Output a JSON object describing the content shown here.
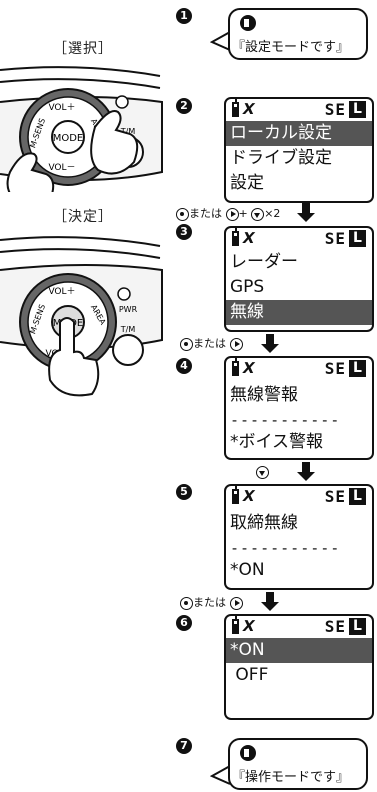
{
  "labels": {
    "select": "［選択］",
    "decide": "［決定］"
  },
  "device": {
    "vol_plus": "VOL＋",
    "vol_minus": "VOL－",
    "mode": "MODE",
    "area": "AREA",
    "sens": "M-SENS",
    "tm": "T/M",
    "pwr": "PWR",
    "vol_plus2": "VOL＋",
    "vol_minus2": "VO",
    "area2": "AREA",
    "sens2": "M-SENS",
    "tm2": "T/M",
    "mode2": "MODE"
  },
  "steps": [
    "1",
    "2",
    "3",
    "4",
    "5",
    "6",
    "7"
  ],
  "bubble1": {
    "text": "『設定モードです』"
  },
  "bubble7": {
    "text": "『操作モードです』"
  },
  "status": {
    "se": "SE",
    "level": "L"
  },
  "screen2": {
    "items": [
      "ローカル設定",
      "ドライブ設定",
      "設定"
    ]
  },
  "nav2": {
    "or": "または",
    "plus": "+",
    "times": "×2"
  },
  "screen3": {
    "items": [
      "レーダー",
      "GPS",
      "無線"
    ]
  },
  "nav3": {
    "or": "または"
  },
  "screen4": {
    "title": "無線警報",
    "dash": "-----------",
    "value": "*ボイス警報"
  },
  "screen5": {
    "title": "取締無線",
    "dash": "-----------",
    "value": "*ON"
  },
  "nav5": {
    "or": "または"
  },
  "screen6": {
    "items": [
      "*ON",
      " OFF"
    ]
  },
  "colors": {
    "highlight": "#555555",
    "ink": "#111111"
  }
}
